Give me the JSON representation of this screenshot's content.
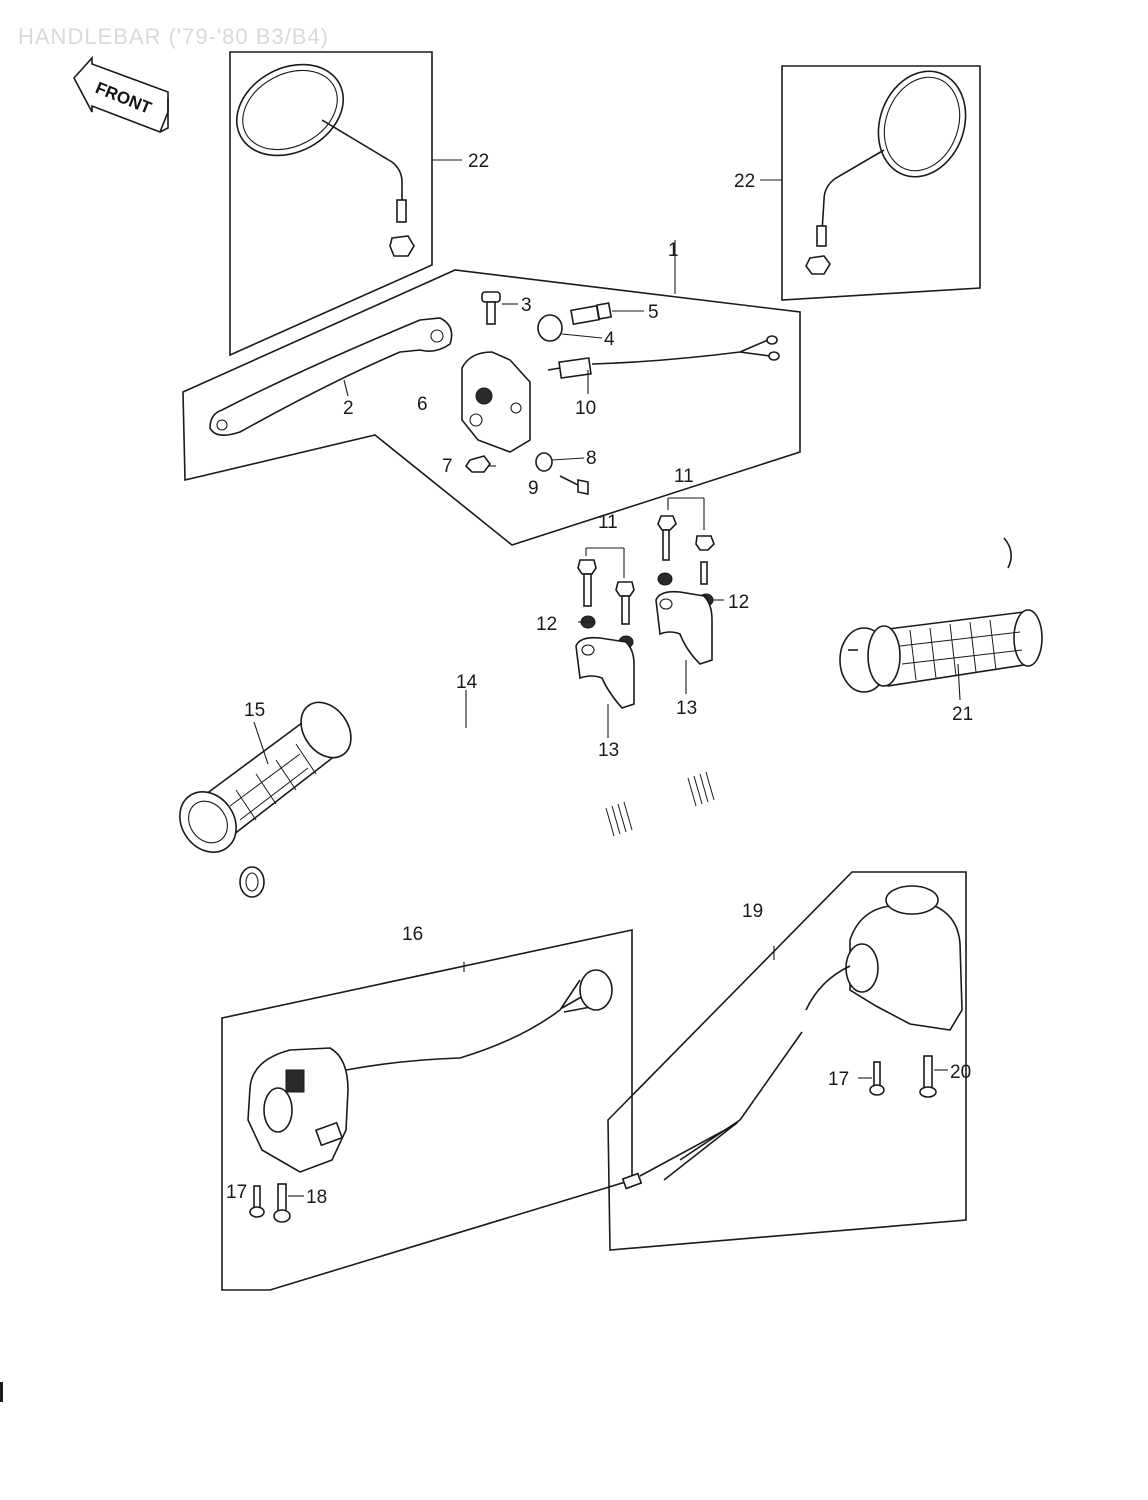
{
  "title": "HANDLEBAR ('79-'80 B3/B4)",
  "front_label": "FRONT",
  "callouts": {
    "c1": "1",
    "c2": "2",
    "c3": "3",
    "c4": "4",
    "c5": "5",
    "c6": "6",
    "c7": "7",
    "c8": "8",
    "c9": "9",
    "c10": "10",
    "c11a": "11",
    "c11b": "11",
    "c12a": "12",
    "c12b": "12",
    "c13a": "13",
    "c13b": "13",
    "c14": "14",
    "c15": "15",
    "c16": "16",
    "c17a": "17",
    "c17b": "17",
    "c18": "18",
    "c19": "19",
    "c20": "20",
    "c21": "21",
    "c22a": "22",
    "c22b": "22"
  },
  "colors": {
    "ink": "#1a1a1a",
    "paper": "#ffffff",
    "title_faded": "#d9d9d9"
  }
}
